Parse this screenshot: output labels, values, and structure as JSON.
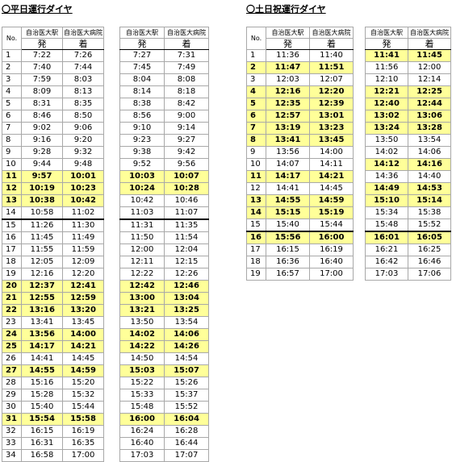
{
  "weekday": {
    "heading": "〇平日運行ダイヤ",
    "no_header": "No.",
    "dep_station": "自治医大駅",
    "arr_station": "自治医大病院",
    "dep_label": "発",
    "arr_label": "着",
    "left": [
      {
        "no": "1",
        "dep": "7:22",
        "arr": "7:26",
        "hl": false
      },
      {
        "no": "2",
        "dep": "7:40",
        "arr": "7:44",
        "hl": false
      },
      {
        "no": "3",
        "dep": "7:59",
        "arr": "8:03",
        "hl": false
      },
      {
        "no": "4",
        "dep": "8:09",
        "arr": "8:13",
        "hl": false
      },
      {
        "no": "5",
        "dep": "8:31",
        "arr": "8:35",
        "hl": false
      },
      {
        "no": "6",
        "dep": "8:46",
        "arr": "8:50",
        "hl": false
      },
      {
        "no": "7",
        "dep": "9:02",
        "arr": "9:06",
        "hl": false
      },
      {
        "no": "8",
        "dep": "9:16",
        "arr": "9:20",
        "hl": false
      },
      {
        "no": "9",
        "dep": "9:28",
        "arr": "9:32",
        "hl": false
      },
      {
        "no": "10",
        "dep": "9:44",
        "arr": "9:48",
        "hl": false
      },
      {
        "no": "11",
        "dep": "9:57",
        "arr": "10:01",
        "hl": true
      },
      {
        "no": "12",
        "dep": "10:19",
        "arr": "10:23",
        "hl": true
      },
      {
        "no": "13",
        "dep": "10:38",
        "arr": "10:42",
        "hl": true
      },
      {
        "no": "14",
        "dep": "10:58",
        "arr": "11:02",
        "hl": false
      },
      {
        "no": "15",
        "dep": "11:26",
        "arr": "11:30",
        "hl": false
      },
      {
        "no": "16",
        "dep": "11:45",
        "arr": "11:49",
        "hl": false
      },
      {
        "no": "17",
        "dep": "11:55",
        "arr": "11:59",
        "hl": false
      },
      {
        "no": "18",
        "dep": "12:05",
        "arr": "12:09",
        "hl": false
      },
      {
        "no": "19",
        "dep": "12:16",
        "arr": "12:20",
        "hl": false
      },
      {
        "no": "20",
        "dep": "12:37",
        "arr": "12:41",
        "hl": true
      },
      {
        "no": "21",
        "dep": "12:55",
        "arr": "12:59",
        "hl": true
      },
      {
        "no": "22",
        "dep": "13:16",
        "arr": "13:20",
        "hl": true
      },
      {
        "no": "23",
        "dep": "13:41",
        "arr": "13:45",
        "hl": false
      },
      {
        "no": "24",
        "dep": "13:56",
        "arr": "14:00",
        "hl": true
      },
      {
        "no": "25",
        "dep": "14:17",
        "arr": "14:21",
        "hl": true
      },
      {
        "no": "26",
        "dep": "14:41",
        "arr": "14:45",
        "hl": false
      },
      {
        "no": "27",
        "dep": "14:55",
        "arr": "14:59",
        "hl": true
      },
      {
        "no": "28",
        "dep": "15:16",
        "arr": "15:20",
        "hl": false
      },
      {
        "no": "29",
        "dep": "15:28",
        "arr": "15:32",
        "hl": false
      },
      {
        "no": "30",
        "dep": "15:40",
        "arr": "15:44",
        "hl": false
      },
      {
        "no": "31",
        "dep": "15:54",
        "arr": "15:58",
        "hl": true
      },
      {
        "no": "32",
        "dep": "16:15",
        "arr": "16:19",
        "hl": false
      },
      {
        "no": "33",
        "dep": "16:31",
        "arr": "16:35",
        "hl": false
      },
      {
        "no": "34",
        "dep": "16:58",
        "arr": "17:00",
        "hl": false
      }
    ],
    "right": [
      {
        "dep": "7:27",
        "arr": "7:31",
        "hl": false
      },
      {
        "dep": "7:45",
        "arr": "7:49",
        "hl": false
      },
      {
        "dep": "8:04",
        "arr": "8:08",
        "hl": false
      },
      {
        "dep": "8:14",
        "arr": "8:18",
        "hl": false
      },
      {
        "dep": "8:38",
        "arr": "8:42",
        "hl": false
      },
      {
        "dep": "8:56",
        "arr": "9:00",
        "hl": false
      },
      {
        "dep": "9:10",
        "arr": "9:14",
        "hl": false
      },
      {
        "dep": "9:23",
        "arr": "9:27",
        "hl": false
      },
      {
        "dep": "9:38",
        "arr": "9:42",
        "hl": false
      },
      {
        "dep": "9:52",
        "arr": "9:56",
        "hl": false
      },
      {
        "dep": "10:03",
        "arr": "10:07",
        "hl": true
      },
      {
        "dep": "10:24",
        "arr": "10:28",
        "hl": true
      },
      {
        "dep": "10:42",
        "arr": "10:46",
        "hl": false
      },
      {
        "dep": "11:03",
        "arr": "11:07",
        "hl": false
      },
      {
        "dep": "11:31",
        "arr": "11:35",
        "hl": false
      },
      {
        "dep": "11:50",
        "arr": "11:54",
        "hl": false
      },
      {
        "dep": "12:00",
        "arr": "12:04",
        "hl": false
      },
      {
        "dep": "12:11",
        "arr": "12:15",
        "hl": false
      },
      {
        "dep": "12:22",
        "arr": "12:26",
        "hl": false
      },
      {
        "dep": "12:42",
        "arr": "12:46",
        "hl": true
      },
      {
        "dep": "13:00",
        "arr": "13:04",
        "hl": true
      },
      {
        "dep": "13:21",
        "arr": "13:25",
        "hl": true
      },
      {
        "dep": "13:50",
        "arr": "13:54",
        "hl": false
      },
      {
        "dep": "14:02",
        "arr": "14:06",
        "hl": true
      },
      {
        "dep": "14:22",
        "arr": "14:26",
        "hl": true
      },
      {
        "dep": "14:50",
        "arr": "14:54",
        "hl": false
      },
      {
        "dep": "15:03",
        "arr": "15:07",
        "hl": true
      },
      {
        "dep": "15:22",
        "arr": "15:26",
        "hl": false
      },
      {
        "dep": "15:33",
        "arr": "15:37",
        "hl": false
      },
      {
        "dep": "15:48",
        "arr": "15:52",
        "hl": false
      },
      {
        "dep": "16:00",
        "arr": "16:04",
        "hl": true
      },
      {
        "dep": "16:24",
        "arr": "16:28",
        "hl": false
      },
      {
        "dep": "16:40",
        "arr": "16:44",
        "hl": false
      },
      {
        "dep": "17:03",
        "arr": "17:07",
        "hl": false
      }
    ]
  },
  "holiday": {
    "heading": "〇土日祝運行ダイヤ",
    "no_header": "No.",
    "dep_station": "自治医大駅",
    "arr_station": "自治医大病院",
    "dep_label": "発",
    "arr_label": "着",
    "left": [
      {
        "no": "1",
        "dep": "11:36",
        "arr": "11:40",
        "hl": false
      },
      {
        "no": "2",
        "dep": "11:47",
        "arr": "11:51",
        "hl": true
      },
      {
        "no": "3",
        "dep": "12:03",
        "arr": "12:07",
        "hl": false
      },
      {
        "no": "4",
        "dep": "12:16",
        "arr": "12:20",
        "hl": true
      },
      {
        "no": "5",
        "dep": "12:35",
        "arr": "12:39",
        "hl": true
      },
      {
        "no": "6",
        "dep": "12:57",
        "arr": "13:01",
        "hl": true
      },
      {
        "no": "7",
        "dep": "13:19",
        "arr": "13:23",
        "hl": true
      },
      {
        "no": "8",
        "dep": "13:41",
        "arr": "13:45",
        "hl": true
      },
      {
        "no": "9",
        "dep": "13:56",
        "arr": "14:00",
        "hl": false
      },
      {
        "no": "10",
        "dep": "14:07",
        "arr": "14:11",
        "hl": false
      },
      {
        "no": "11",
        "dep": "14:17",
        "arr": "14:21",
        "hl": true
      },
      {
        "no": "12",
        "dep": "14:41",
        "arr": "14:45",
        "hl": false
      },
      {
        "no": "13",
        "dep": "14:55",
        "arr": "14:59",
        "hl": true
      },
      {
        "no": "14",
        "dep": "15:15",
        "arr": "15:19",
        "hl": true
      },
      {
        "no": "15",
        "dep": "15:40",
        "arr": "15:44",
        "hl": false
      },
      {
        "no": "16",
        "dep": "15:56",
        "arr": "16:00",
        "hl": true
      },
      {
        "no": "17",
        "dep": "16:15",
        "arr": "16:19",
        "hl": false
      },
      {
        "no": "18",
        "dep": "16:36",
        "arr": "16:40",
        "hl": false
      },
      {
        "no": "19",
        "dep": "16:57",
        "arr": "17:00",
        "hl": false
      }
    ],
    "right": [
      {
        "dep": "11:41",
        "arr": "11:45",
        "hl": true
      },
      {
        "dep": "11:56",
        "arr": "12:00",
        "hl": false
      },
      {
        "dep": "12:10",
        "arr": "12:14",
        "hl": false
      },
      {
        "dep": "12:21",
        "arr": "12:25",
        "hl": true
      },
      {
        "dep": "12:40",
        "arr": "12:44",
        "hl": true
      },
      {
        "dep": "13:02",
        "arr": "13:06",
        "hl": true
      },
      {
        "dep": "13:24",
        "arr": "13:28",
        "hl": true
      },
      {
        "dep": "13:50",
        "arr": "13:54",
        "hl": false
      },
      {
        "dep": "14:02",
        "arr": "14:06",
        "hl": false
      },
      {
        "dep": "14:12",
        "arr": "14:16",
        "hl": true
      },
      {
        "dep": "14:36",
        "arr": "14:40",
        "hl": false
      },
      {
        "dep": "14:49",
        "arr": "14:53",
        "hl": true
      },
      {
        "dep": "15:10",
        "arr": "15:14",
        "hl": true
      },
      {
        "dep": "15:34",
        "arr": "15:38",
        "hl": false
      },
      {
        "dep": "15:48",
        "arr": "15:52",
        "hl": false
      },
      {
        "dep": "16:01",
        "arr": "16:05",
        "hl": true
      },
      {
        "dep": "16:21",
        "arr": "16:25",
        "hl": false
      },
      {
        "dep": "16:42",
        "arr": "16:46",
        "hl": false
      },
      {
        "dep": "17:03",
        "arr": "17:06",
        "hl": false
      }
    ]
  }
}
